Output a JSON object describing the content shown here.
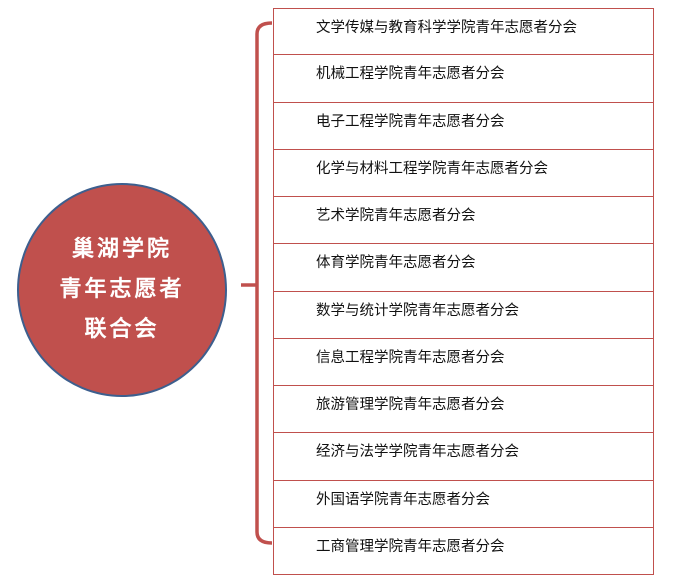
{
  "center": {
    "lines": [
      "巢湖学院",
      "青年志愿者",
      "联合会"
    ]
  },
  "branches": [
    "文学传媒与教育科学学院青年志愿者分会",
    "机械工程学院青年志愿者分会",
    "电子工程学院青年志愿者分会",
    "化学与材料工程学院青年志愿者分会",
    "艺术学院青年志愿者分会",
    "体育学院青年志愿者分会",
    "数学与统计学院青年志愿者分会",
    "信息工程学院青年志愿者分会",
    "旅游管理学院青年志愿者分会",
    "经济与法学学院青年志愿者分会",
    "外国语学院青年志愿者分会",
    "工商管理学院青年志愿者分会"
  ],
  "colors": {
    "fill": "#C0504D",
    "circle_border": "#3D5F8E",
    "line": "#C0504D"
  }
}
